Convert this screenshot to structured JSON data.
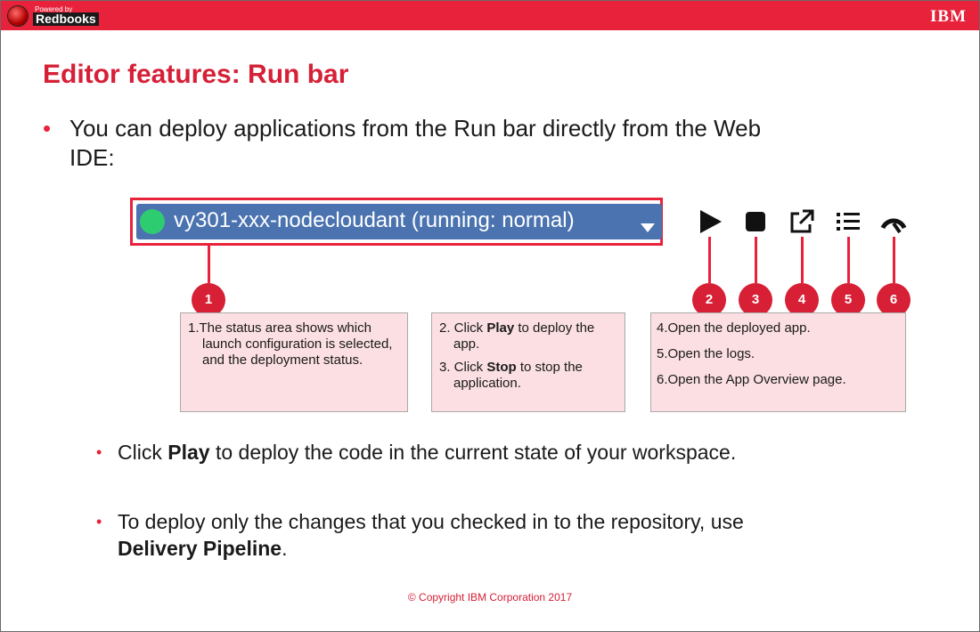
{
  "header": {
    "logo_powered": "Powered by",
    "logo_brand": "Redbooks",
    "ibm_logo": "IBM"
  },
  "slide": {
    "title": "Editor features: Run bar",
    "bullet_main": "You can deploy applications from the Run bar directly from the Web IDE:",
    "run_bar": {
      "status_color": "#2ecc71",
      "bar_color": "#4a73b0",
      "text": "vy301-xxx-nodecloudant (running: normal)",
      "tools": [
        "play-icon",
        "stop-icon",
        "open-app-icon",
        "logs-icon",
        "app-overview-icon"
      ]
    },
    "callout_numbers": [
      "1",
      "2",
      "3",
      "4",
      "5",
      "6"
    ],
    "box1": {
      "prefix": "1.",
      "text": "The status area shows which launch configuration is selected, and the deployment status."
    },
    "box2": {
      "item2_pre": "2. Click ",
      "item2_bold": "Play",
      "item2_post": " to deploy the app.",
      "item3_pre": "3. Click ",
      "item3_bold": "Stop",
      "item3_post": " to stop the application."
    },
    "box3": {
      "item4": "4.Open the deployed app.",
      "item5": "5.Open the logs.",
      "item6": "6.Open the App Overview page."
    },
    "sub1": {
      "pre": "Click ",
      "bold": "Play",
      "post": " to deploy the code in the current state of your workspace."
    },
    "sub2": {
      "pre": "To deploy only the changes that you checked in to the repository, use ",
      "bold": "Delivery Pipeline",
      "post": "."
    },
    "copyright": "© Copyright IBM Corporation 2017"
  },
  "colors": {
    "accent": "#e8223a",
    "title": "#d62037",
    "callout_bg": "#fbdfe2"
  }
}
